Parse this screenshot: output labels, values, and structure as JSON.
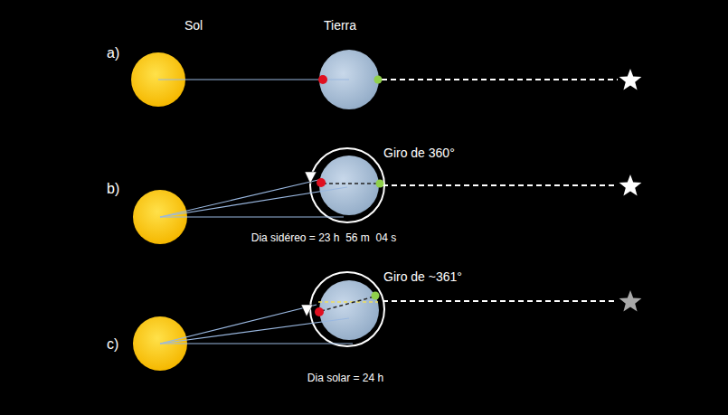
{
  "diagram": {
    "labels": [
      "a)",
      "Sol",
      "Tierra",
      "b)",
      "Giro de 360°",
      "Dia sidéreo = 23 h  56 m  04 s",
      "c)",
      "Giro de ~361°",
      "Dia solar = 24 h"
    ]
  }
}
